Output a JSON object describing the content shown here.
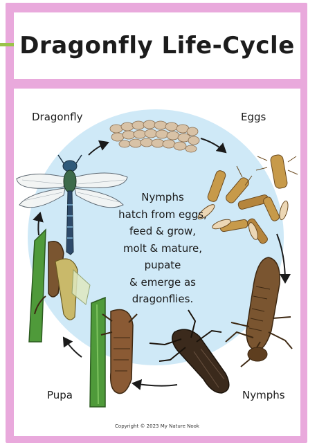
{
  "title": "Dragonfly Life-Cycle",
  "stages": {
    "dragonfly": "Dragonfly",
    "eggs": "Eggs",
    "nymphs": "Nymphs",
    "pupa": "Pupa"
  },
  "center_text": [
    "Nymphs",
    "hatch from eggs,",
    "feed & grow,",
    "molt & mature,",
    "pupate",
    "& emerge as",
    "dragonflies."
  ],
  "copyright": "Copyright © 2023 My Nature Nook",
  "colors": {
    "border": "#e9a9dc",
    "circle": "#cfe9f7",
    "accent_green": "#9bc34a"
  }
}
